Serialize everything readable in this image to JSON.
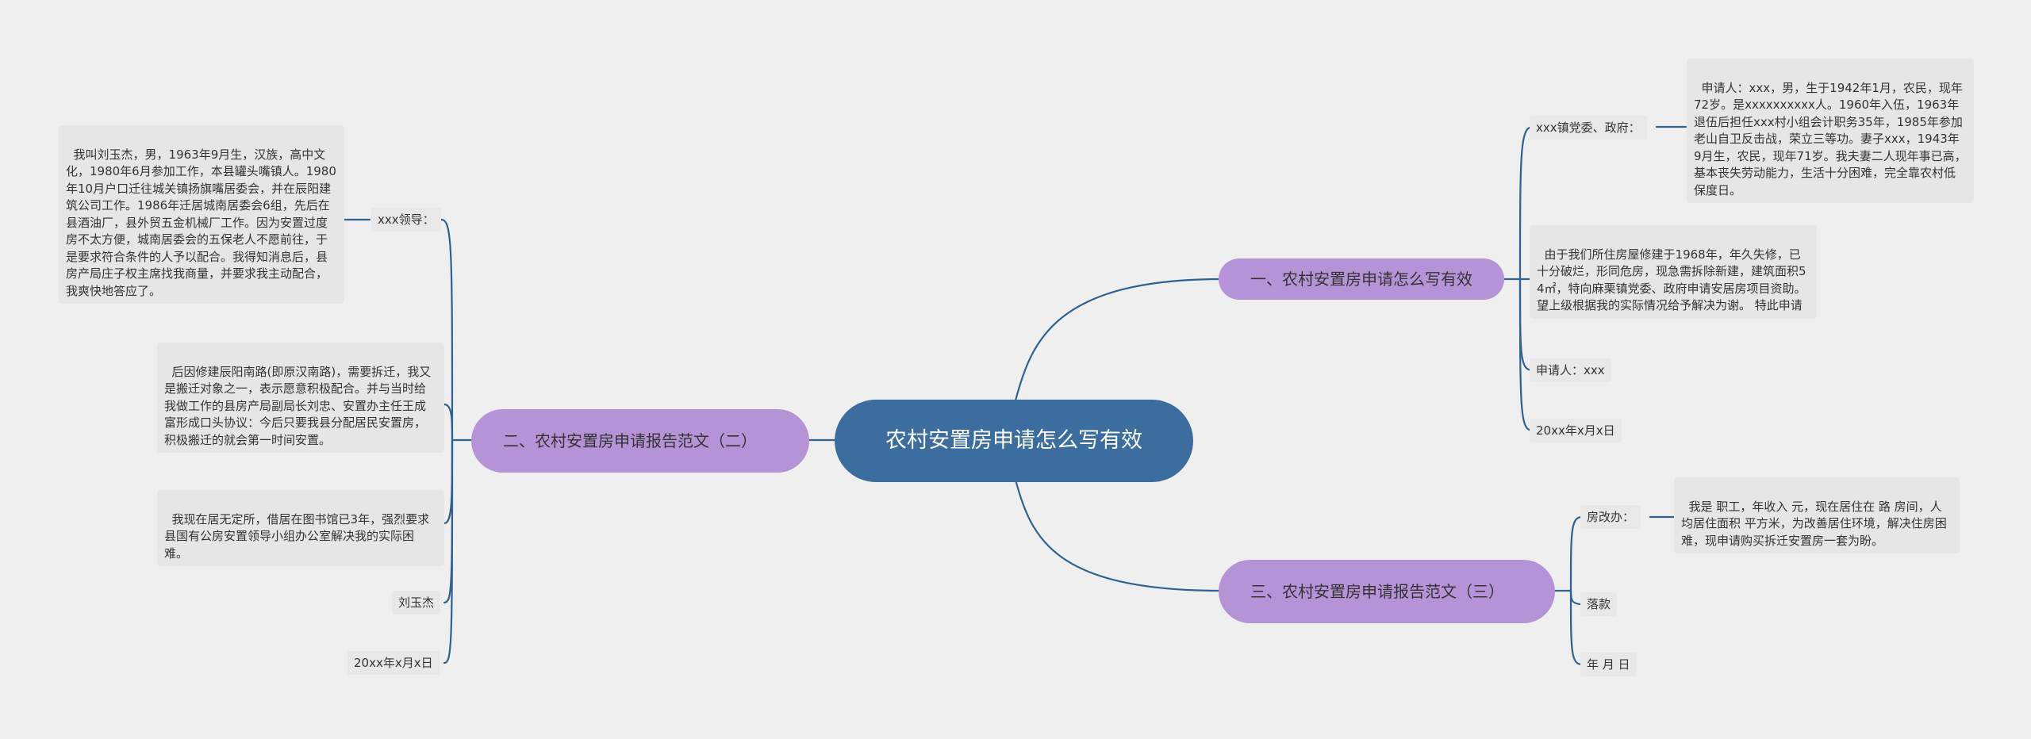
{
  "mindmap": {
    "root": "农村安置房申请怎么写有效",
    "branches": [
      {
        "label": "一、农村安置房申请怎么写有效",
        "children": [
          {
            "label": "xxx镇党委、政府：",
            "detail": "申请人：xxx，男，生于1942年1月，农民，现年72岁。是xxxxxxxxxx人。1960年入伍，1963年退伍后担任xxx村小组会计职务35年，1985年参加老山自卫反击战，荣立三等功。妻子xxx，1943年9月生，农民，现年71岁。我夫妻二人现年事已高，基本丧失劳动能力，生活十分困难，完全靠农村低保度日。"
          },
          {
            "label": "由于我们所住房屋修建于1968年，年久失修，已十分破烂，形同危房，现急需拆除新建，建筑面积54㎡，特向麻栗镇党委、政府申请安居房项目资助。望上级根据我的实际情况给予解决为谢。 特此申请"
          },
          {
            "label": "申请人：xxx"
          },
          {
            "label": "20xx年x月x日"
          }
        ]
      },
      {
        "label": "二、农村安置房申请报告范文（二）",
        "children": [
          {
            "label": "xxx领导：",
            "detail": "我叫刘玉杰，男，1963年9月生，汉族，高中文化，1980年6月参加工作，本县罐头嘴镇人。1980年10月户口迁往城关镇扬旗嘴居委会，并在辰阳建筑公司工作。1986年迁居城南居委会6组，先后在县酒油厂，县外贸五金机械厂工作。因为安置过度房不太方便，城南居委会的五保老人不愿前往，于是要求符合条件的人予以配合。我得知消息后，县房产局庄子权主席找我商量，并要求我主动配合，我爽快地答应了。"
          },
          {
            "label": "后因修建辰阳南路(即原汉南路)，需要拆迁，我又是搬迁对象之一，表示愿意积极配合。并与当时给我做工作的县房产局副局长刘忠、安置办主任王成富形成口头协议：今后只要我县分配居民安置房，积极搬迁的就会第一时间安置。"
          },
          {
            "label": "我现在居无定所，借居在图书馆已3年，强烈要求县国有公房安置领导小组办公室解决我的实际困难。"
          },
          {
            "label": "刘玉杰"
          },
          {
            "label": "20xx年x月x日"
          }
        ]
      },
      {
        "label": "三、农村安置房申请报告范文（三）",
        "children": [
          {
            "label": "房改办：",
            "detail": "我是 职工，年收入 元，现在居住在 路 房间，人均居住面积 平方米，为改善居住环境，解决住房困难，现申请购买拆迁安置房一套为盼。"
          },
          {
            "label": "落款"
          },
          {
            "label": "年 月 日"
          }
        ]
      }
    ]
  },
  "colors": {
    "background": "#efefef",
    "root_fill": "#3b6e9e",
    "branch_fill": "#b593d7",
    "leaf_fill": "#e6e6e6",
    "edge": "#2f6291"
  }
}
